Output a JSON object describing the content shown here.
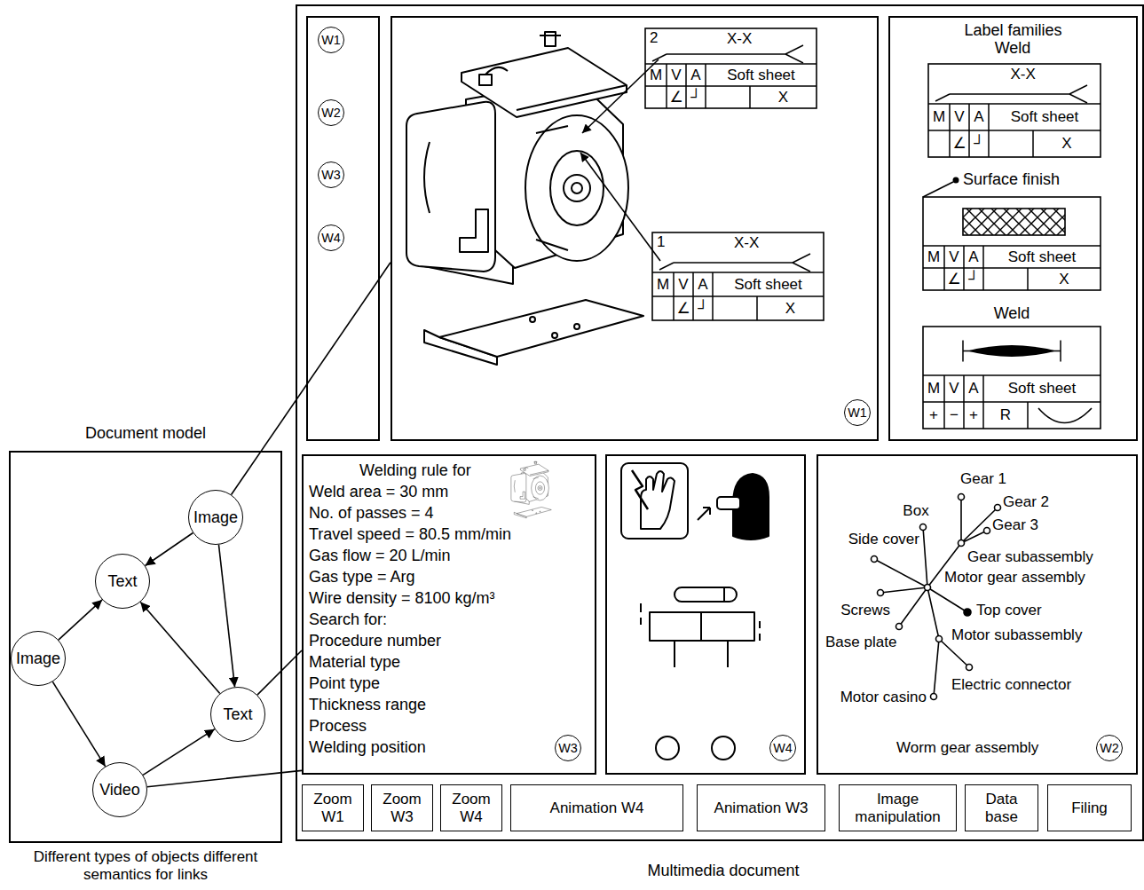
{
  "diagram": {
    "nodes": [
      {
        "text": [
          "Document model",
          "Different types of objects different semantics for links"
        ]
      },
      {
        "text": [
          "Image"
        ],
        "in": 0
      },
      {
        "text": [
          "Text"
        ],
        "in": 0
      },
      {
        "text": [
          "Image"
        ],
        "in": 0
      },
      {
        "text": [
          "Text"
        ],
        "in": 0
      },
      {
        "text": [
          "Video"
        ],
        "in": 0
      },
      {
        "text": [
          "Multimedia document"
        ]
      },
      {
        "text": [],
        "in": 6
      },
      {
        "text": [
          "W1"
        ],
        "in": 7
      },
      {
        "text": [
          "W2"
        ],
        "in": 7
      },
      {
        "text": [
          "W3"
        ],
        "in": 7
      },
      {
        "text": [
          "W4"
        ],
        "in": 7
      },
      {
        "text": [],
        "in": 6
      },
      {
        "text": [
          "W1"
        ],
        "in": 12
      },
      {
        "text": [
          "Label families"
        ],
        "in": 6
      },
      {
        "text": [
          "Welding rule for",
          "Weld area = 30 mm",
          "No. of passes = 4",
          "Travel speed = 80.5 mm/min",
          "Gas flow = 20 L/min",
          "Gas type = Arg",
          "Wire density = 8100 kg/m³",
          "Search for:",
          "Procedure number",
          "Material type",
          "Point type",
          "Thickness range",
          "Process",
          "Welding position"
        ],
        "in": 6
      },
      {
        "text": [
          "W3"
        ],
        "in": 15
      },
      {
        "text": [],
        "in": 6
      },
      {
        "text": [
          "W4"
        ],
        "in": 17
      },
      {
        "text": [],
        "in": 6
      },
      {
        "text": [
          "W2"
        ],
        "in": 19
      },
      {
        "text": [
          "Zoom W1"
        ],
        "in": 6
      },
      {
        "text": [
          "Zoom W3"
        ],
        "in": 6
      },
      {
        "text": [
          "Zoom W4"
        ],
        "in": 6
      },
      {
        "text": [
          "Animation W4"
        ],
        "in": 6
      },
      {
        "text": [
          "Animation W3"
        ],
        "in": 6
      },
      {
        "text": [
          "Image manipulation"
        ],
        "in": 6
      },
      {
        "text": [
          "Data base"
        ],
        "in": 6
      },
      {
        "text": [
          "Filing"
        ],
        "in": 6
      }
    ],
    "edges": [
      {
        "from": 1,
        "to": 2,
        "arrow": "to"
      },
      {
        "from": 1,
        "to": 4,
        "arrow": "to"
      },
      {
        "from": 3,
        "to": 2,
        "arrow": "to"
      },
      {
        "from": 3,
        "to": 5,
        "arrow": "to"
      },
      {
        "from": 5,
        "to": 4,
        "arrow": "to"
      },
      {
        "from": 4,
        "to": 2,
        "arrow": "to"
      },
      {
        "from": 1,
        "to": 12,
        "arrow": "none"
      },
      {
        "from": 4,
        "to": 15,
        "arrow": "none"
      },
      {
        "from": 5,
        "to": 15,
        "arrow": "none"
      }
    ],
    "labels": [
      "2",
      "X-X",
      "M",
      "V",
      "A",
      "Soft sheet",
      "∠",
      "┘",
      "X",
      "1",
      "X-X",
      "M",
      "V",
      "A",
      "Soft sheet",
      "∠",
      "┘",
      "X",
      "Weld",
      "X-X",
      "M",
      "V",
      "A",
      "Soft sheet",
      "∠",
      "┘",
      "X",
      "Surface finish",
      "M",
      "V",
      "A",
      "Soft sheet",
      "∠",
      "┘",
      "X",
      "Weld",
      "M",
      "V",
      "A",
      "Soft sheet",
      "+",
      "−",
      "+",
      "R",
      "Gear 1",
      "Gear 2",
      "Gear 3",
      "Box",
      "Side cover",
      "Gear subassembly",
      "Motor gear assembly",
      "Screws",
      "Top cover",
      "Base plate",
      "Motor subassembly",
      "Motor casino",
      "Electric connector",
      "Worm gear assembly"
    ]
  }
}
